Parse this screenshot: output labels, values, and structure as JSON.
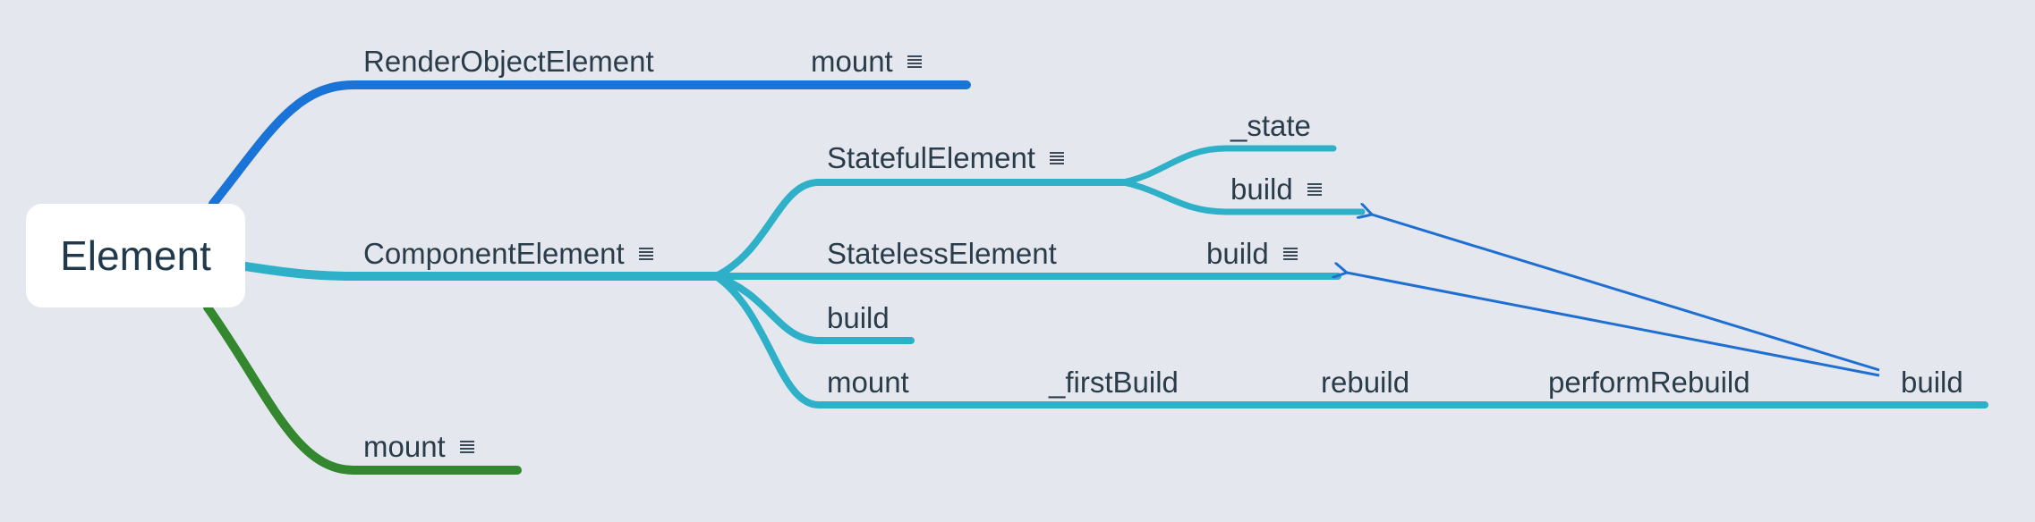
{
  "root": {
    "label": "Element"
  },
  "colors": {
    "blue": "#1a73d6",
    "cyan": "#2eb0c8",
    "green": "#33882f",
    "arrow": "#1f6fd2",
    "text": "#2a3c4a",
    "background": "#e4e8ee"
  },
  "branches": {
    "render_object": {
      "label": "RenderObjectElement",
      "child_mount": "mount"
    },
    "component": {
      "label": "ComponentElement",
      "stateful": {
        "label": "StatefulElement",
        "state": "_state",
        "build": "build"
      },
      "stateless": {
        "label": "StatelessElement",
        "build": "build"
      },
      "build": "build",
      "mount_chain": [
        "mount",
        "_firstBuild",
        "rebuild",
        "performRebuild",
        "build"
      ]
    },
    "mount": {
      "label": "mount"
    }
  },
  "icons": {
    "note": "note-icon"
  }
}
